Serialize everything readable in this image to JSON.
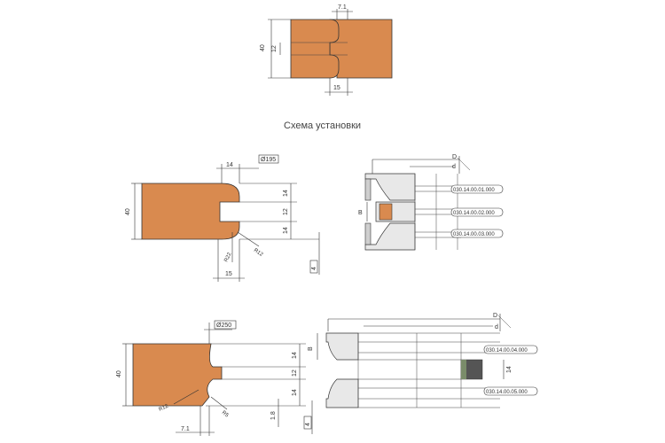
{
  "top_joint": {
    "dim_width_top": "7.1",
    "dim_height": "40",
    "dim_tongue": "12",
    "dim_depth": "15"
  },
  "caption": "Схема установки",
  "set1": {
    "profile": {
      "dim_depth": "14",
      "dim_diameter": "Ø195",
      "dim_height": "40",
      "dim_upper": "14",
      "dim_middle": "12",
      "dim_lower": "14",
      "dim_r22": "R22",
      "dim_r12": "R12",
      "dim_bottom": "15",
      "dim_gap": "4"
    },
    "tool": {
      "label_D": "D",
      "label_d": "d",
      "label_B": "B",
      "parts": [
        "030.14.00.01.000",
        "030.14.00.02.000",
        "030.14.00.03.000"
      ]
    }
  },
  "set2": {
    "profile": {
      "dim_diameter": "Ø250",
      "dim_height": "40",
      "dim_upper": "14",
      "dim_middle": "12",
      "dim_lower": "14",
      "dim_r12": "R12",
      "dim_r5": "R5",
      "dim_offset": "1.8",
      "dim_bottom": "7.1",
      "dim_gap": "4"
    },
    "tool": {
      "label_D": "D",
      "label_d": "d",
      "label_B": "B",
      "dim_14": "14",
      "parts": [
        "030.14.00.04.000",
        "030.14.00.05.000"
      ]
    }
  }
}
